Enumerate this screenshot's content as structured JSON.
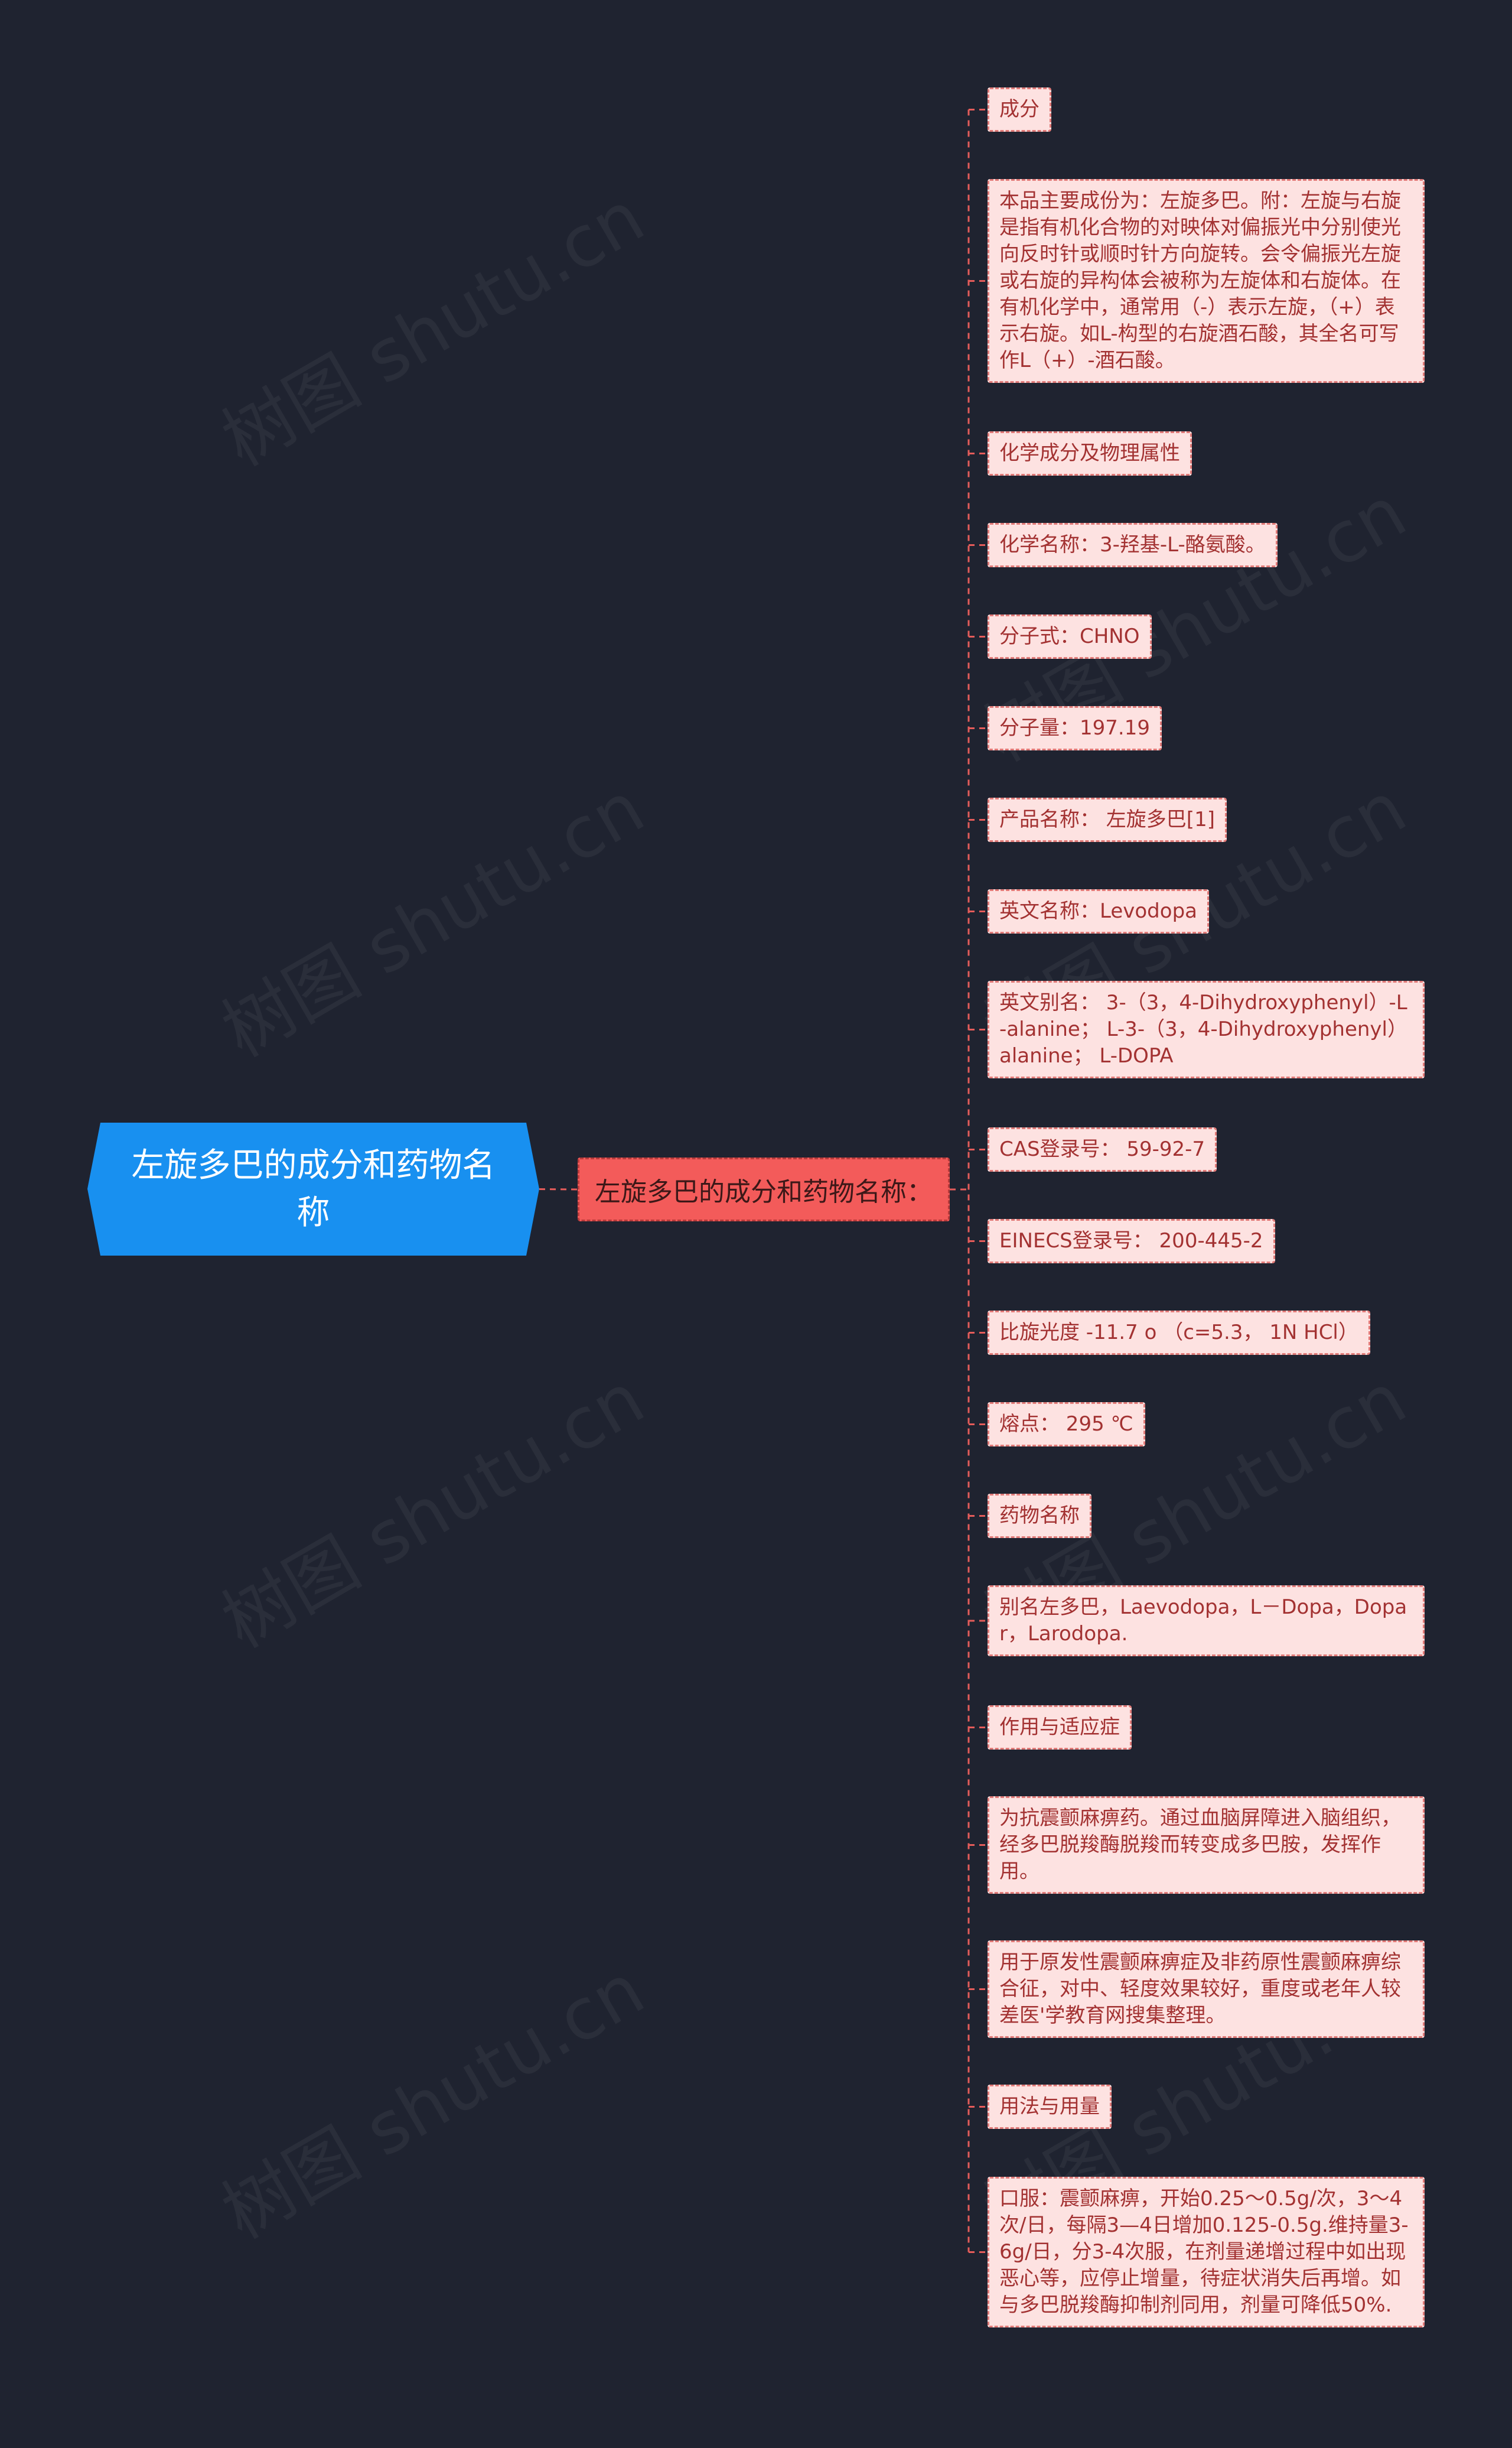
{
  "root": {
    "label": "左旋多巴的成分和药物名称"
  },
  "branch": {
    "label": "左旋多巴的成分和药物名称："
  },
  "leaves": [
    "成分",
    "本品主要成份为：左旋多巴。附：左旋与右旋是指有机化合物的对映体对偏振光中分别使光向反时针或顺时针方向旋转。会令偏振光左旋或右旋的异构体会被称为左旋体和右旋体。在有机化学中，通常用（-）表示左旋，（+）表示右旋。如L-构型的右旋酒石酸，其全名可写作L（+）-酒石酸。",
    "化学成分及物理属性",
    "化学名称：3-羟基-L-酪氨酸。",
    "分子式：CHNO",
    "分子量：197.19",
    "产品名称： 左旋多巴[1]",
    "英文名称：Levodopa",
    "英文别名： 3-（3，4-Dihydroxyphenyl）-L-alanine； L-3-（3，4-Dihydroxyphenyl）alanine； L-DOPA",
    "CAS登录号： 59-92-7",
    "EINECS登录号： 200-445-2",
    "比旋光度 -11.7 o （c=5.3， 1N HCl）",
    "熔点： 295 ℃",
    "药物名称",
    "别名左多巴，Laevodopa，L－Dopa，Dopar，Larodopa.",
    "作用与适应症",
    "为抗震颤麻痹药。通过血脑屏障进入脑组织，经多巴脱羧酶脱羧而转变成多巴胺，发挥作用。",
    "用于原发性震颤麻痹症及非药原性震颤麻痹综合征，对中、轻度效果较好，重度或老年人较差医'学教育网搜集整理。",
    "用法与用量",
    "口服：震颤麻痹，开始0.25～0.5g/次，3～4次/日，每隔3—4日增加0.125-0.5g.维持量3-6g/日，分3-4次服，在剂量递增过程中如出现恶心等，应停止增量，待症状消失后再增。如与多巴脱羧酶抑制剂同用，剂量可降低50%."
  ],
  "watermark": "树图 shutu.cn"
}
